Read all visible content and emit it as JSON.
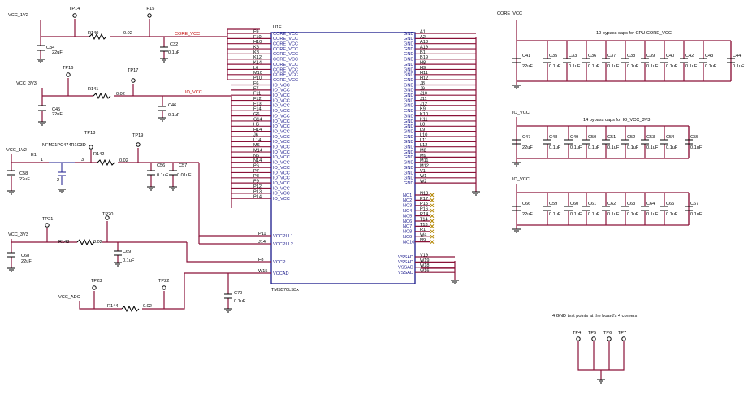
{
  "ic": {
    "refdes": "U1F",
    "part": "TMS570LS3x",
    "left_pins": [
      {
        "num": "F9",
        "name": "CORE_VCC"
      },
      {
        "num": "F10",
        "name": "CORE_VCC"
      },
      {
        "num": "H10",
        "name": "CORE_VCC"
      },
      {
        "num": "K6",
        "name": "CORE_VCC"
      },
      {
        "num": "K8",
        "name": "CORE_VCC"
      },
      {
        "num": "K12",
        "name": "CORE_VCC"
      },
      {
        "num": "K14",
        "name": "CORE_VCC"
      },
      {
        "num": "L6",
        "name": "CORE_VCC"
      },
      {
        "num": "M10",
        "name": "CORE_VCC"
      },
      {
        "num": "P10",
        "name": "CORE_VCC"
      },
      {
        "num": "F6",
        "name": "IO_VCC"
      },
      {
        "num": "F7",
        "name": "IO_VCC"
      },
      {
        "num": "F11",
        "name": "IO_VCC"
      },
      {
        "num": "F12",
        "name": "IO_VCC"
      },
      {
        "num": "F13",
        "name": "IO_VCC"
      },
      {
        "num": "F14",
        "name": "IO_VCC"
      },
      {
        "num": "G6",
        "name": "IO_VCC"
      },
      {
        "num": "G14",
        "name": "IO_VCC"
      },
      {
        "num": "H6",
        "name": "IO_VCC"
      },
      {
        "num": "H14",
        "name": "IO_VCC"
      },
      {
        "num": "J6",
        "name": "IO_VCC"
      },
      {
        "num": "L14",
        "name": "IO_VCC"
      },
      {
        "num": "M6",
        "name": "IO_VCC"
      },
      {
        "num": "M14",
        "name": "IO_VCC"
      },
      {
        "num": "N6",
        "name": "IO_VCC"
      },
      {
        "num": "N14",
        "name": "IO_VCC"
      },
      {
        "num": "P6",
        "name": "IO_VCC"
      },
      {
        "num": "P7",
        "name": "IO_VCC"
      },
      {
        "num": "P8",
        "name": "IO_VCC"
      },
      {
        "num": "P9",
        "name": "IO_VCC"
      },
      {
        "num": "P12",
        "name": "IO_VCC"
      },
      {
        "num": "P13",
        "name": "IO_VCC"
      },
      {
        "num": "P14",
        "name": "IO_VCC"
      }
    ],
    "pll_pins": [
      {
        "num": "P11",
        "name": "VCCPLL1"
      },
      {
        "num": "J14",
        "name": "VCCPLL2"
      }
    ],
    "vccp_pin": {
      "num": "F8",
      "name": "VCCP"
    },
    "vccad_pin": {
      "num": "W15",
      "name": "VCCAD"
    },
    "gnd_pins": [
      "A1",
      "A2",
      "A18",
      "A19",
      "B1",
      "B19",
      "H8",
      "H9",
      "H11",
      "H12",
      "J8",
      "J9",
      "J10",
      "J11",
      "J12",
      "K9",
      "K10",
      "K11",
      "L8",
      "L9",
      "L10",
      "L11",
      "L12",
      "M8",
      "M9",
      "M11",
      "M12",
      "V1",
      "W1",
      "W2"
    ],
    "gnd_name": "GND",
    "nc_pins": [
      {
        "num": "N18",
        "name": "NC1"
      },
      {
        "num": "P17",
        "name": "NC2"
      },
      {
        "num": "P15",
        "name": "NC3"
      },
      {
        "num": "P16",
        "name": "NC4"
      },
      {
        "num": "R14",
        "name": "NC5"
      },
      {
        "num": "T14",
        "name": "NC6"
      },
      {
        "num": "T13",
        "name": "NC7"
      },
      {
        "num": "R1",
        "name": "NC8"
      },
      {
        "num": "W4",
        "name": "NC9"
      },
      {
        "num": "N9",
        "name": "NC10"
      }
    ],
    "vssad_pins": [
      "V19",
      "W19",
      "W18",
      "W16"
    ],
    "vssad_name": "VSSAD"
  },
  "nets": {
    "core_vcc": "CORE_VCC",
    "io_vcc": "IO_VCC",
    "vcc_1v2": "VCC_1V2",
    "vcc_3v3": "VCC_3V3",
    "vcc_adc": "VCC_ADC"
  },
  "parts": {
    "tp14": "TP14",
    "tp15": "TP15",
    "tp16": "TP16",
    "tp17": "TP17",
    "tp18": "TP18",
    "tp19": "TP19",
    "tp20": "TP20",
    "tp21": "TP21",
    "tp22": "TP22",
    "tp23": "TP23",
    "r140": "R140",
    "r141": "R141",
    "r142": "R142",
    "r143": "R143",
    "r144": "R144",
    "res_val": "0.02",
    "c32": "C32",
    "c34": "C34",
    "c45": "C45",
    "c46": "C46",
    "c56": "C56",
    "c57": "C57",
    "c58": "C58",
    "c68": "C68",
    "c69": "C69",
    "c70": "C70",
    "v_22uf": "22uF",
    "v_01uf": "0.1uF",
    "v_001uf": "0.01uF",
    "e1": "E1",
    "e1_part": "NFM21PC474R1C3D",
    "e1_p1": "1",
    "e1_p3": "3",
    "e1_p2": "2"
  },
  "bypass": {
    "core_title": "10 bypass caps for CPU CORE_VCC",
    "core_net": "CORE_VCC",
    "core_bulk": {
      "ref": "C41",
      "val": "22uF"
    },
    "core_caps": [
      "C35",
      "C33",
      "C36",
      "C37",
      "C38",
      "C39",
      "C40",
      "C42",
      "C43",
      "C44"
    ],
    "io_title": "14 bypass caps for IO_VCC_3V3",
    "io_net_1": "IO_VCC",
    "io1_bulk": {
      "ref": "C47",
      "val": "22uF"
    },
    "io1_caps": [
      "C48",
      "C49",
      "C50",
      "C51",
      "C52",
      "C53",
      "C54",
      "C55"
    ],
    "io_net_2": "IO_VCC",
    "io2_bulk": {
      "ref": "C66",
      "val": "22uF"
    },
    "io2_caps": [
      "C59",
      "C60",
      "C61",
      "C62",
      "C63",
      "C64",
      "C65",
      "C67"
    ],
    "cap_val": "0.1uF"
  },
  "gnd_tp": {
    "title": "4 GND test points at the board's 4 corners",
    "points": [
      "TP4",
      "TP5",
      "TP6",
      "TP7"
    ]
  }
}
